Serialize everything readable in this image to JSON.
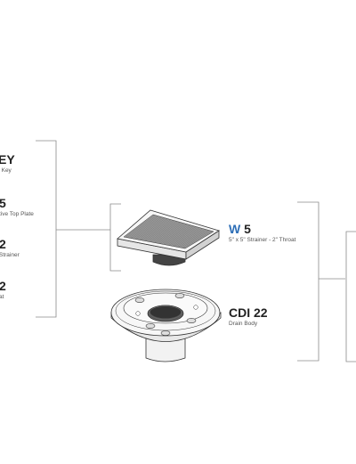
{
  "colors": {
    "line": "#8a8a8a",
    "text": "#222222",
    "sub": "#555555",
    "accent": "#2e6fb7"
  },
  "left_column": {
    "items": [
      {
        "code": "EY",
        "desc": "t Key"
      },
      {
        "code": "5",
        "desc": "tive Top Plate"
      },
      {
        "code": "2",
        "desc": "Strainer"
      },
      {
        "code": "2",
        "desc": "at"
      }
    ]
  },
  "center": {
    "strainer": {
      "prefix": "W",
      "code": "5",
      "desc": "5\" x 5\" Strainer - 2\" Throat"
    },
    "drain_body": {
      "code": "CDI 22",
      "desc": "Drain Body"
    }
  }
}
